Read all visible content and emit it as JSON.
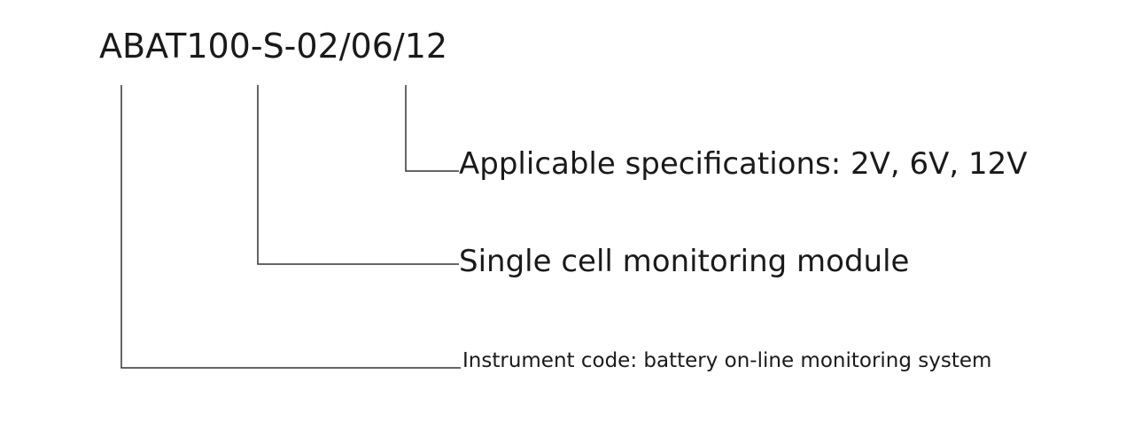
{
  "model_code": "ABAT100-S-02/06/12",
  "callouts": {
    "specifications": "Applicable specifications: 2V, 6V, 12V",
    "module": "Single cell monitoring module",
    "instrument": "Instrument code: battery on-line monitoring system"
  },
  "colors": {
    "text": "#1a1a1a",
    "line": "#333333",
    "background": "#ffffff"
  }
}
